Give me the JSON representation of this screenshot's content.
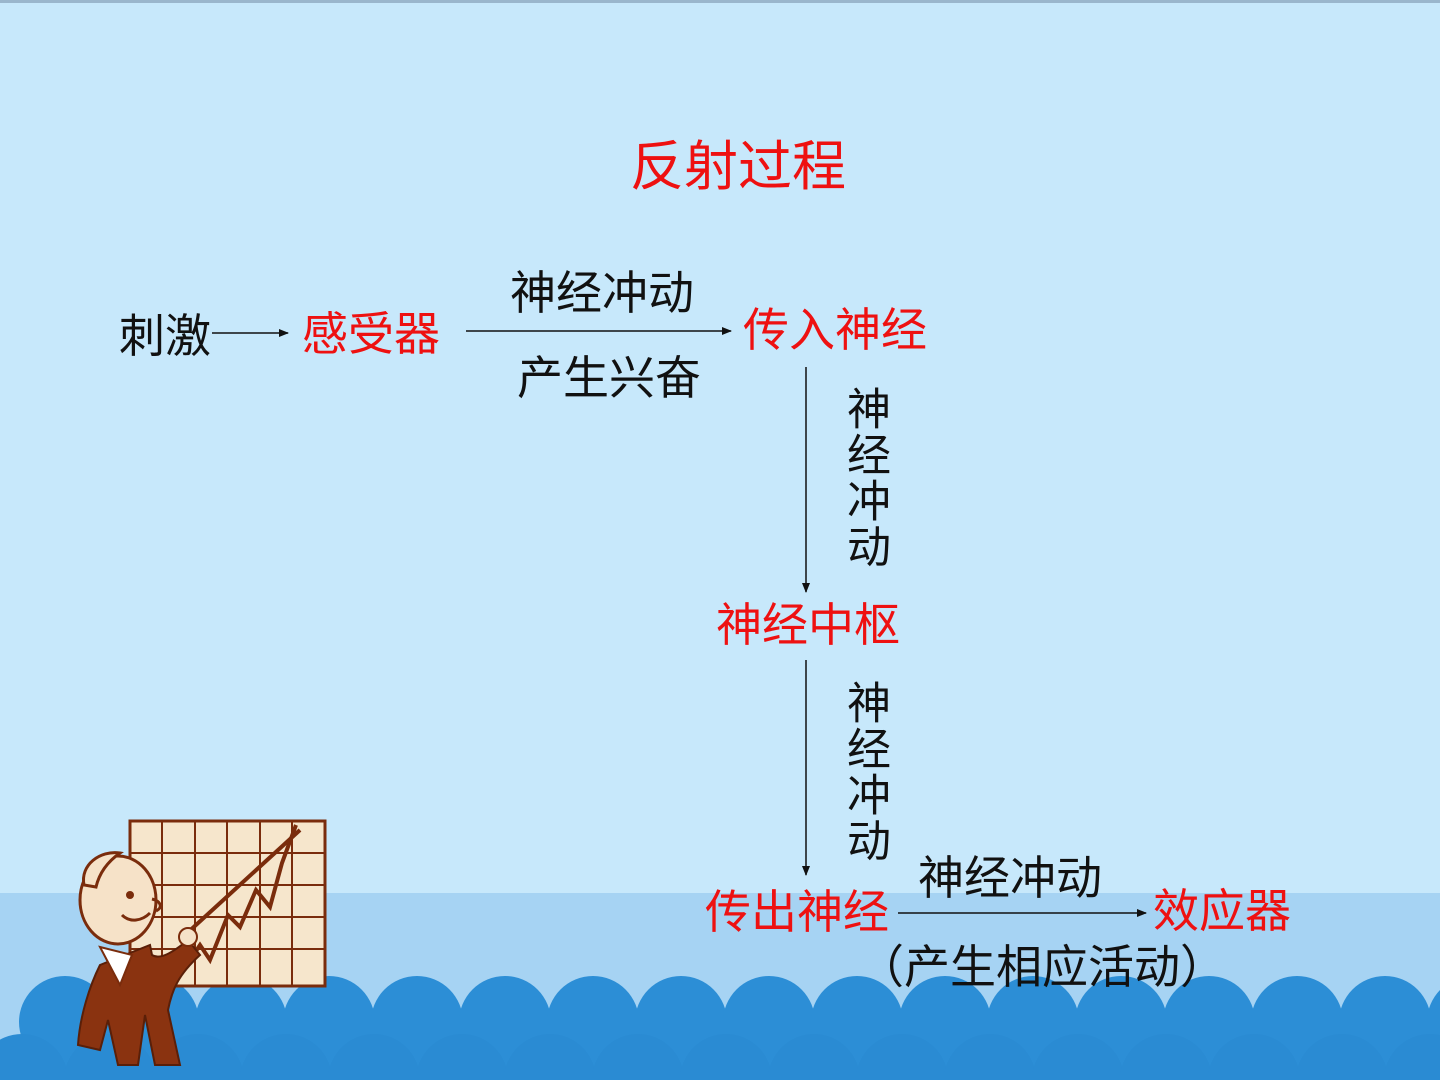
{
  "title": "反射过程",
  "nodes": {
    "stimulus": "刺激",
    "receptor": "感受器",
    "afferent": "传入神经",
    "center": "神经中枢",
    "efferent": "传出神经",
    "effector": "效应器"
  },
  "labels": {
    "impulse_1": "神经冲动",
    "excite": "产生兴奋",
    "impulse_2": "神经冲动",
    "impulse_3": "神经冲动",
    "impulse_4": "神经冲动",
    "activity": "（产生相应活动）"
  },
  "colors": {
    "background": "#c7e8fb",
    "node_text": "#ee1111",
    "label_text": "#111111",
    "wave_light": "#a6d3f3",
    "wave_dark": "#2c8ed6"
  },
  "clipart": "presenter-with-chart"
}
